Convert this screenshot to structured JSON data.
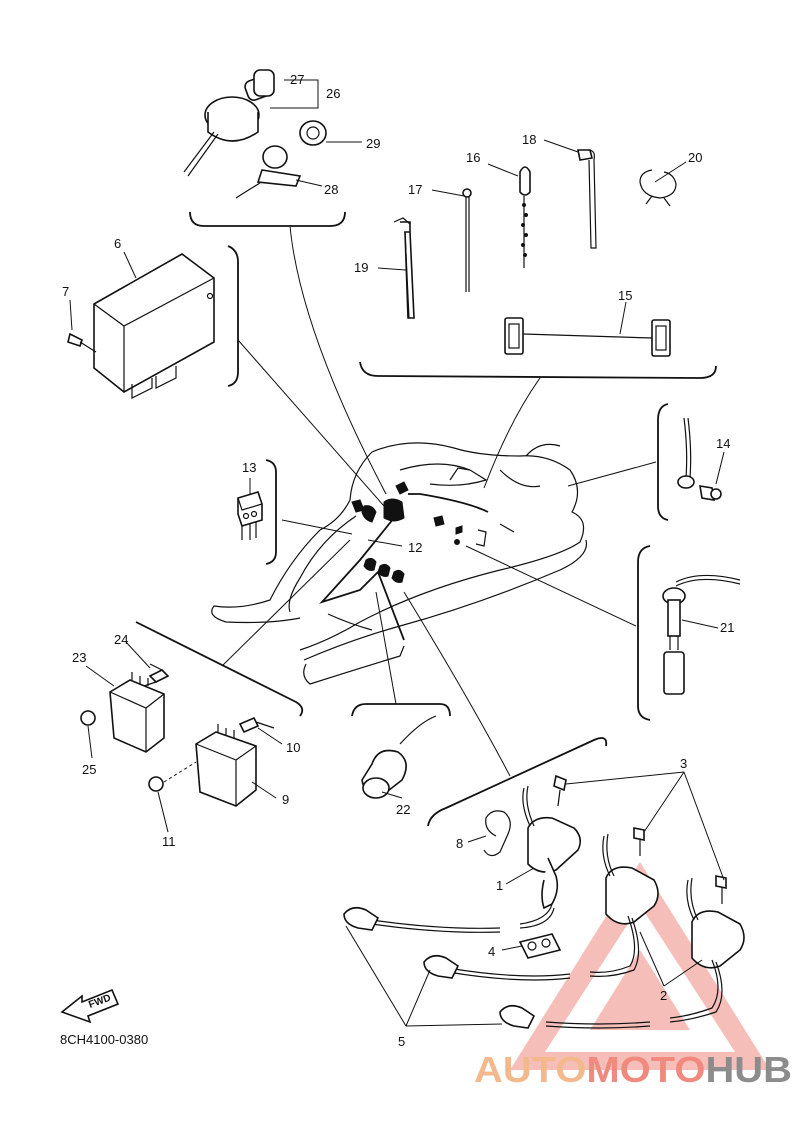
{
  "diagram": {
    "drawing_code": "8CH4100-0380",
    "direction_marker": "FWD",
    "watermark": {
      "part1": "AUTO",
      "part2": "MOTO",
      "part3": "HUB"
    },
    "callouts": [
      "1",
      "2",
      "3",
      "4",
      "5",
      "6",
      "7",
      "8",
      "9",
      "10",
      "11",
      "12",
      "13",
      "14",
      "15",
      "16",
      "17",
      "18",
      "19",
      "20",
      "21",
      "22",
      "23",
      "24",
      "25",
      "26",
      "27",
      "28",
      "29"
    ]
  },
  "colors": {
    "line": "#111111",
    "watermark_orange": "#f3b98c",
    "watermark_red": "#f08a7f",
    "watermark_gray": "#8c8c8c"
  }
}
